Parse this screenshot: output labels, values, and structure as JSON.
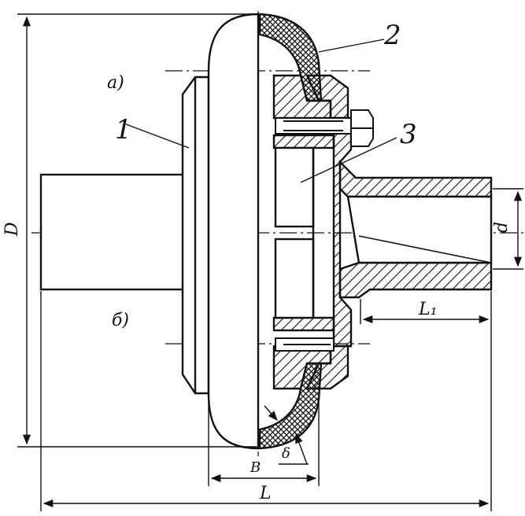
{
  "drawing": {
    "views": {
      "top": "а)",
      "bottom": "б)"
    },
    "parts": {
      "p1": "1",
      "p2": "2",
      "p3": "3"
    },
    "dimensions": {
      "D": "D",
      "d": "d",
      "L": "L",
      "B": "B",
      "L1": "L₁",
      "delta": "δ"
    },
    "colors": {
      "ink": "#111111",
      "paper": "#ffffff"
    }
  }
}
